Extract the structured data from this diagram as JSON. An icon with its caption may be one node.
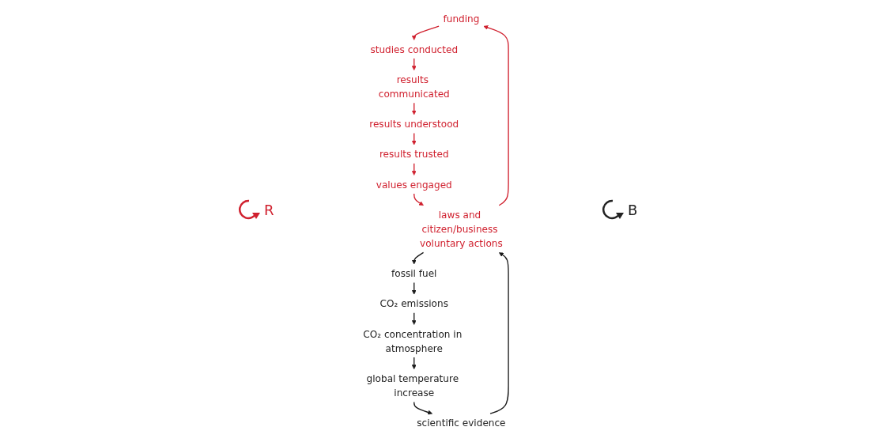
{
  "diagram": {
    "nodes": [
      {
        "text": [
          "funding"
        ]
      },
      {
        "text": [
          "studies conducted"
        ]
      },
      {
        "text": [
          "results communicated"
        ]
      },
      {
        "text": [
          "results understood"
        ]
      },
      {
        "text": [
          "results trusted"
        ]
      },
      {
        "text": [
          "values engaged"
        ]
      },
      {
        "text": [
          "laws and citizen/business voluntary actions"
        ]
      },
      {
        "text": [
          "fossil fuel"
        ]
      },
      {
        "text": [
          "CO₂ emissions"
        ]
      },
      {
        "text": [
          "CO₂ concentration in atmosphere"
        ]
      },
      {
        "text": [
          "global temperature increase"
        ]
      },
      {
        "text": [
          "scientific evidence"
        ]
      }
    ],
    "edges": [
      {
        "from": 0,
        "to": 1,
        "arrow": "to",
        "color": "#d0202e"
      },
      {
        "from": 1,
        "to": 2,
        "arrow": "to",
        "color": "#d0202e"
      },
      {
        "from": 2,
        "to": 3,
        "arrow": "to",
        "color": "#d0202e"
      },
      {
        "from": 3,
        "to": 4,
        "arrow": "to",
        "color": "#d0202e"
      },
      {
        "from": 4,
        "to": 5,
        "arrow": "to",
        "color": "#d0202e"
      },
      {
        "from": 5,
        "to": 6,
        "arrow": "to",
        "color": "#d0202e"
      },
      {
        "from": 6,
        "to": 0,
        "arrow": "to",
        "color": "#d0202e"
      },
      {
        "from": 6,
        "to": 7,
        "arrow": "to",
        "color": "#1a1a1a"
      },
      {
        "from": 7,
        "to": 8,
        "arrow": "to",
        "color": "#1a1a1a"
      },
      {
        "from": 8,
        "to": 9,
        "arrow": "to",
        "color": "#1a1a1a"
      },
      {
        "from": 9,
        "to": 10,
        "arrow": "to",
        "color": "#1a1a1a"
      },
      {
        "from": 10,
        "to": 11,
        "arrow": "to",
        "color": "#1a1a1a"
      },
      {
        "from": 11,
        "to": 6,
        "arrow": "to",
        "color": "#1a1a1a"
      }
    ],
    "labels": [
      "R",
      "B"
    ]
  }
}
